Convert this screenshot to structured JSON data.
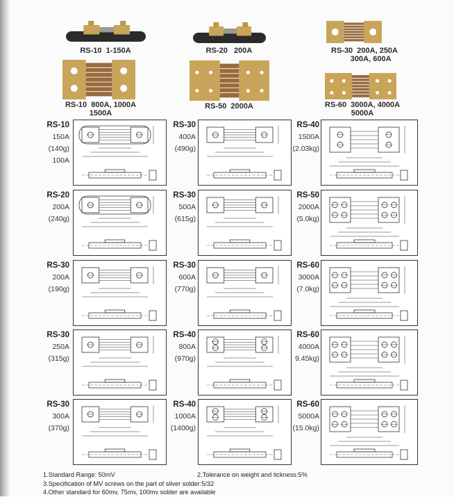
{
  "products": [
    {
      "caption": "RS-10  1-150A",
      "style": "base"
    },
    {
      "caption": "RS-20   200A",
      "style": "base"
    },
    {
      "caption": "RS-30  200A, 250A\n      300A, 600A",
      "style": "plate2"
    },
    {
      "caption": "RS-10  800A, 1000A\n1500A",
      "style": "plate2big"
    },
    {
      "caption": "RS-50  2000A",
      "style": "plate4"
    },
    {
      "caption": "RS-60  3000A, 4000A\n5000A",
      "style": "plate4"
    }
  ],
  "entries": [
    {
      "model": "RS-10",
      "lines": [
        "150A",
        "(140g)",
        "100A"
      ]
    },
    {
      "model": "RS-30",
      "lines": [
        "400A",
        "(490g)"
      ]
    },
    {
      "model": "RS-40",
      "lines": [
        "1500A",
        "(2.03kg)"
      ]
    },
    {
      "model": "RS-20",
      "lines": [
        "200A",
        "(240g)"
      ]
    },
    {
      "model": "RS-30",
      "lines": [
        "500A",
        "(615g)"
      ]
    },
    {
      "model": "RS-50",
      "lines": [
        "2000A",
        "(5.0kg)"
      ]
    },
    {
      "model": "RS-30",
      "lines": [
        "200A",
        "(190g)"
      ]
    },
    {
      "model": "RS-30",
      "lines": [
        "600A",
        "(770g)"
      ]
    },
    {
      "model": "RS-60",
      "lines": [
        "3000A",
        "(7.0kg)"
      ]
    },
    {
      "model": "RS-30",
      "lines": [
        "250A",
        "(315g)"
      ]
    },
    {
      "model": "RS-40",
      "lines": [
        "800A",
        "(970g)"
      ]
    },
    {
      "model": "RS-60",
      "lines": [
        "4000A",
        "9.45kg)"
      ]
    },
    {
      "model": "RS-30",
      "lines": [
        "300A",
        "(370g)"
      ]
    },
    {
      "model": "RS-40",
      "lines": [
        "1000A",
        "(1400g)"
      ]
    },
    {
      "model": "RS-60",
      "lines": [
        "5000A",
        "(15.0kg)"
      ]
    }
  ],
  "notes": [
    "1.Standard Range: 50mV",
    "2.Tolerance on weight and tickness:5%",
    "3.Specification of MV screws on the part of silver solder:5/32",
    "4.Other standard for 60mv, 75mv, 100mv solder are available"
  ],
  "colors": {
    "gold": "#c9a55a",
    "copper": "#9a6a3a",
    "base": "#2b2b2b",
    "line": "#333333"
  }
}
